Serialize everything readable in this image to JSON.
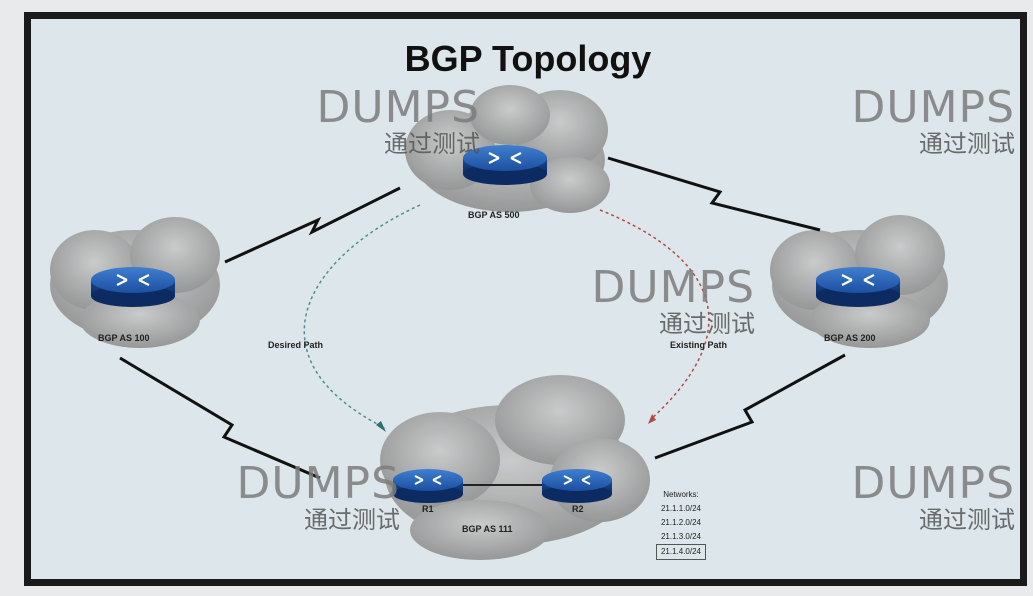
{
  "title": "BGP Topology",
  "watermark": {
    "brand": "DUMPS",
    "caption": "通过测试"
  },
  "nodes": {
    "as500": "BGP AS 500",
    "as100": "BGP AS 100",
    "as200": "BGP AS 200",
    "as111": "BGP AS 111",
    "r1": "R1",
    "r2": "R2"
  },
  "paths": {
    "desired": "Desired Path",
    "existing": "Existing Path"
  },
  "networks": {
    "heading": "Networks:",
    "list": [
      "21.1.1.0/24",
      "21.1.2.0/24",
      "21.1.3.0/24",
      "21.1.4.0/24"
    ]
  }
}
